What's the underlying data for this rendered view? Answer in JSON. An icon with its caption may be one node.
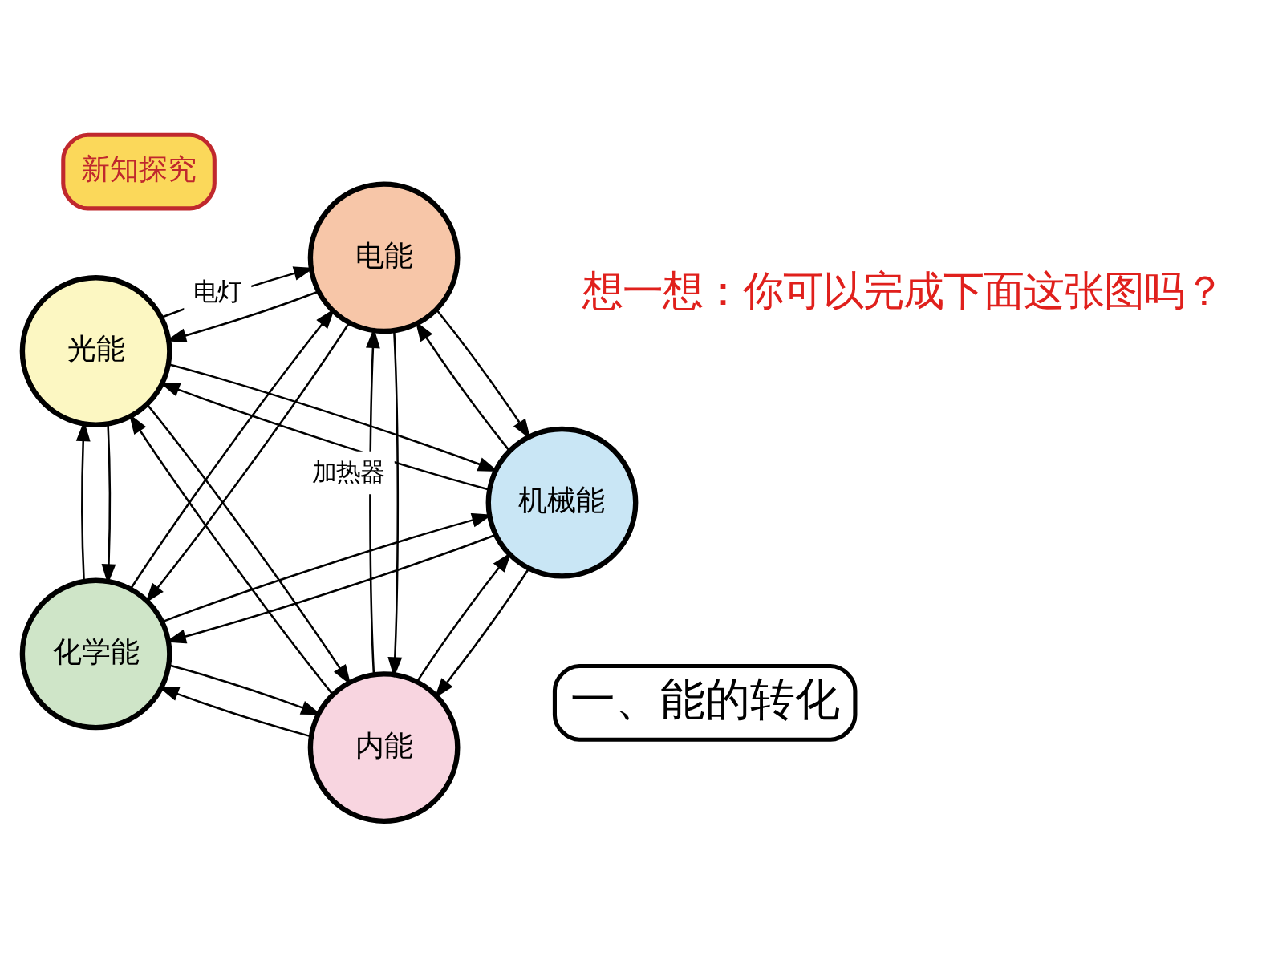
{
  "diagram": {
    "nodes": [
      {
        "text": [
          "新知探究"
        ]
      },
      {
        "text": [
          "一、能的转化"
        ]
      },
      {
        "text": [
          "内能"
        ]
      },
      {
        "text": [
          "机械能"
        ]
      },
      {
        "text": [
          "光能"
        ]
      },
      {
        "text": [
          "电能"
        ]
      },
      {
        "text": [
          "化学能"
        ]
      }
    ],
    "edges": [
      {
        "from": 2,
        "to": 4,
        "arrow": "to"
      },
      {
        "from": 4,
        "to": 2,
        "arrow": "to"
      },
      {
        "from": 3,
        "to": 2,
        "arrow": "to"
      },
      {
        "from": 2,
        "to": 3,
        "arrow": "to"
      },
      {
        "from": 3,
        "to": 4,
        "arrow": "to"
      },
      {
        "from": 4,
        "to": 3,
        "arrow": "to"
      },
      {
        "from": 5,
        "to": 2,
        "arrow": "to",
        "label": "加热器"
      },
      {
        "from": 2,
        "to": 5,
        "arrow": "to"
      },
      {
        "from": 6,
        "to": 2,
        "arrow": "to"
      },
      {
        "from": 2,
        "to": 6,
        "arrow": "to"
      },
      {
        "from": 5,
        "to": 4,
        "arrow": "to",
        "label": "电灯"
      },
      {
        "from": 4,
        "to": 5,
        "arrow": "to"
      },
      {
        "from": 6,
        "to": 3,
        "arrow": "to"
      },
      {
        "from": 3,
        "to": 6,
        "arrow": "to"
      },
      {
        "from": 3,
        "to": 5,
        "arrow": "to"
      },
      {
        "from": 5,
        "to": 3,
        "arrow": "to"
      },
      {
        "from": 4,
        "to": 6,
        "arrow": "to"
      },
      {
        "from": 6,
        "to": 4,
        "arrow": "to"
      },
      {
        "from": 5,
        "to": 6,
        "arrow": "to"
      },
      {
        "from": 6,
        "to": 5,
        "arrow": "to"
      }
    ],
    "labels": [
      "想一想：你可以完成下面这张图吗？"
    ]
  }
}
